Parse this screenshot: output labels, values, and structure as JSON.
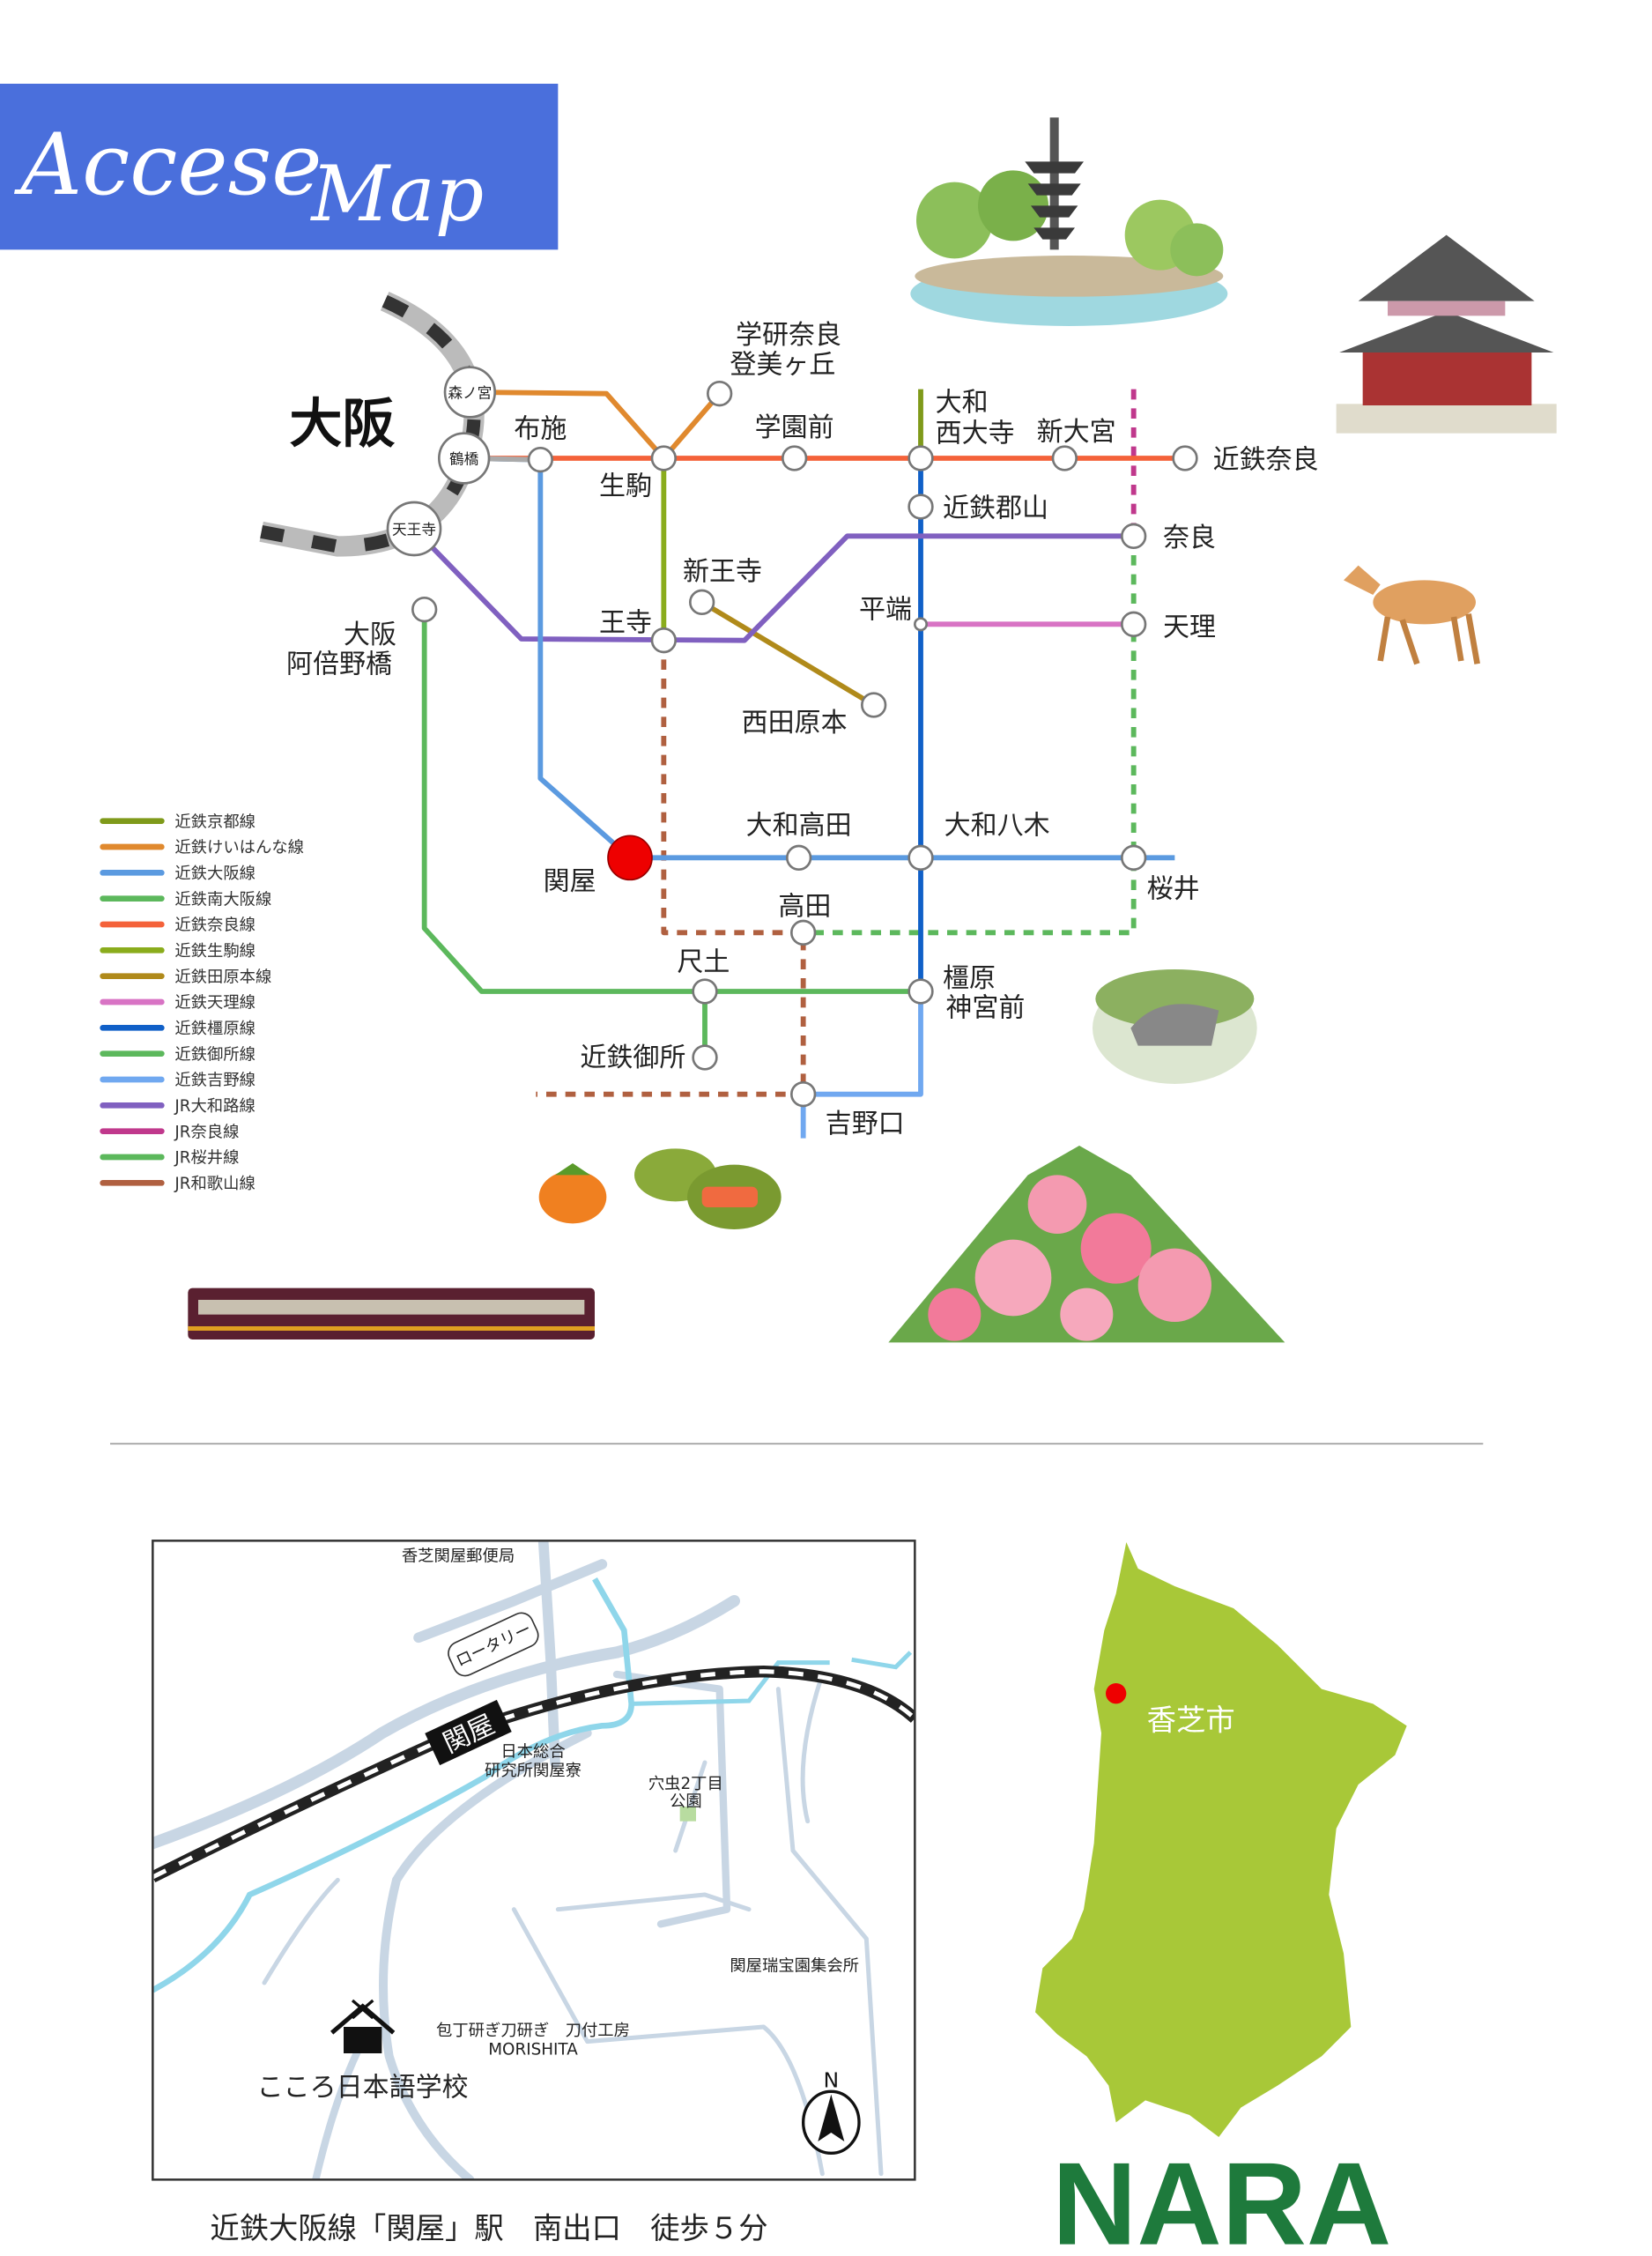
{
  "title": {
    "line1": "Accese",
    "line2": "Map",
    "bg_color": "#4a6fdc"
  },
  "osaka_label": "大阪",
  "stations": {
    "morinomiya": "森ノ宮",
    "tsuruhashi": "鶴橋",
    "tennoji": "天王寺",
    "fuse": "布施",
    "ikoma": "生駒",
    "gakken1": "学研奈良",
    "gakken2": "登美ヶ丘",
    "gakuenmae": "学園前",
    "saidaiji1": "大和",
    "saidaiji2": "西大寺",
    "shinomiya": "新大宮",
    "kintetsu_nara": "近鉄奈良",
    "koriyama": "近鉄郡山",
    "nara": "奈良",
    "shin_oji": "新王寺",
    "hirahata": "平端",
    "tenri": "天理",
    "oji": "王寺",
    "abeno1": "大阪",
    "abeno2": "阿倍野橋",
    "nishitawaramoto": "西田原本",
    "yamato_takada": "大和高田",
    "yamato_yagi": "大和八木",
    "sekiya": "関屋",
    "sakurai": "桜井",
    "takada": "高田",
    "shakudo": "尺土",
    "kashihara1": "橿原",
    "kashihara2": "神宮前",
    "gose": "近鉄御所",
    "yoshinoguchi": "吉野口"
  },
  "legend": [
    {
      "label": "近鉄京都線",
      "color": "#7f9a1a"
    },
    {
      "label": "近鉄けいはんな線",
      "color": "#e0892e"
    },
    {
      "label": "近鉄大阪線",
      "color": "#5b9ae0"
    },
    {
      "label": "近鉄南大阪線",
      "color": "#5cb85c"
    },
    {
      "label": "近鉄奈良線",
      "color": "#f4623a"
    },
    {
      "label": "近鉄生駒線",
      "color": "#8aac1c"
    },
    {
      "label": "近鉄田原本線",
      "color": "#b08a1a"
    },
    {
      "label": "近鉄天理線",
      "color": "#d873c4"
    },
    {
      "label": "近鉄橿原線",
      "color": "#1060c8"
    },
    {
      "label": "近鉄御所線",
      "color": "#5cb85c"
    },
    {
      "label": "近鉄吉野線",
      "color": "#70a8f0"
    },
    {
      "label": "JR大和路線",
      "color": "#8060c0"
    },
    {
      "label": "JR奈良線",
      "color": "#c0388c"
    },
    {
      "label": "JR桜井線",
      "color": "#5cb85c"
    },
    {
      "label": "JR和歌山線",
      "color": "#b06040"
    }
  ],
  "local_map": {
    "post_office": "香芝関屋郵便局",
    "rotary": "ロータリー",
    "station": "関屋",
    "dorm1": "日本総合",
    "dorm2": "研究所関屋寮",
    "park1": "穴虫2丁目",
    "park2": "公園",
    "hall": "関屋瑞宝園集会所",
    "shop1": "包丁研ぎ刀研ぎ　刀付工房",
    "shop2": "MORISHITA",
    "school": "こころ日本語学校",
    "north": "N"
  },
  "caption": "近鉄大阪線「関屋」駅　南出口　徒歩５分",
  "nara_map": {
    "city": "香芝市",
    "title": "NARA",
    "fill": "#a8c838",
    "title_color": "#1e7a3c"
  }
}
